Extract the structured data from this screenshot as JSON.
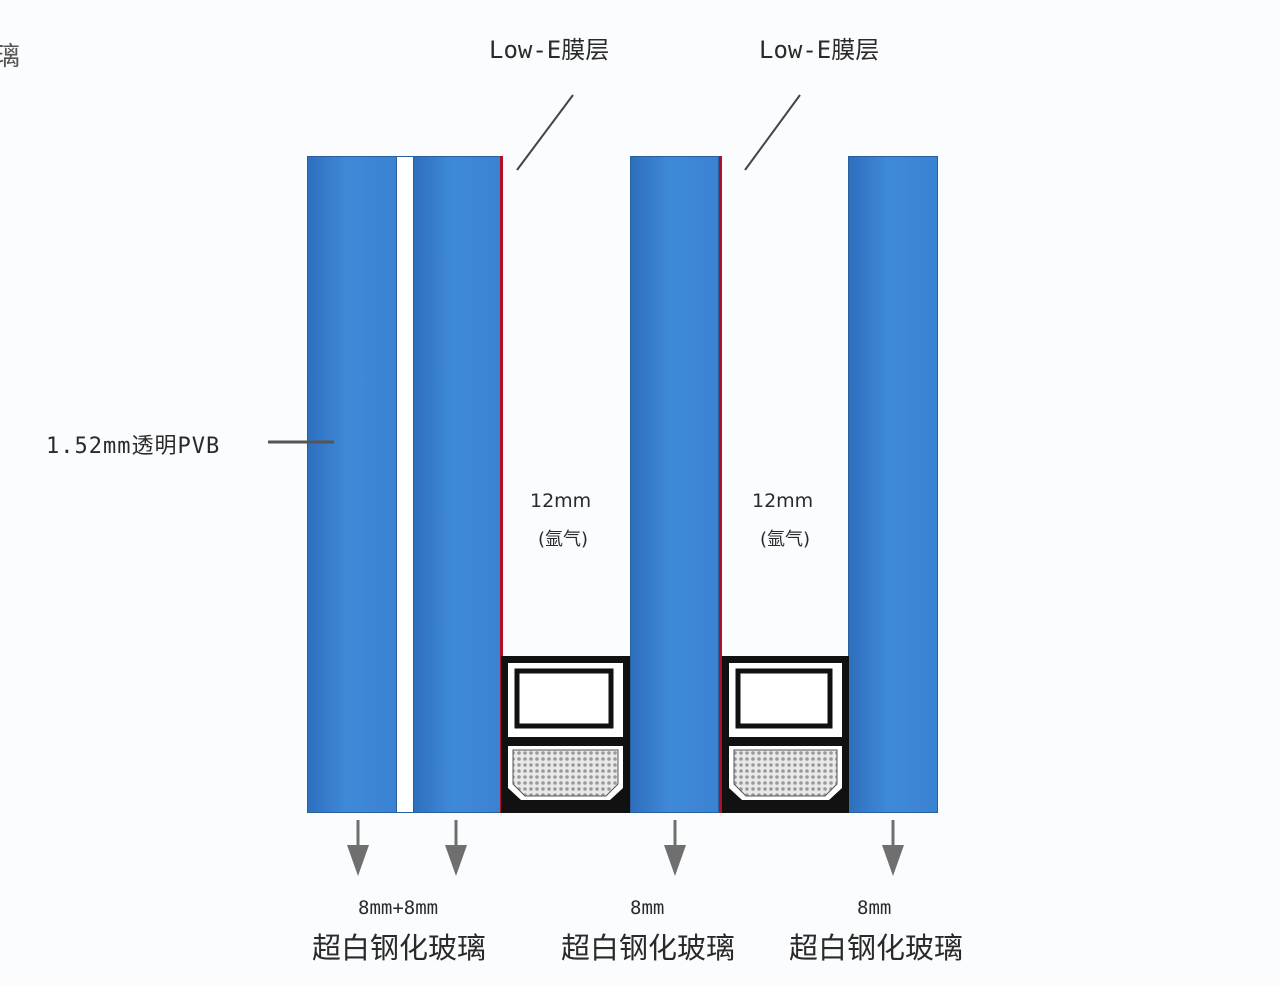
{
  "corner_text": "璃",
  "lowe_label_1": "Low-E膜层",
  "lowe_label_2": "Low-E膜层",
  "pvb_label": "1.52mm透明PVB",
  "gap_1": {
    "size": "12mm",
    "gas": "(氩气)"
  },
  "gap_2": {
    "size": "12mm",
    "gas": "(氩气)"
  },
  "bottom": [
    {
      "thickness": "8mm+8mm",
      "material": "超白钢化玻璃"
    },
    {
      "thickness": "8mm",
      "material": "超白钢化玻璃"
    },
    {
      "thickness": "8mm",
      "material": "超白钢化玻璃"
    }
  ],
  "colors": {
    "glass": "#3a82d2",
    "lowe_coating": "#b0102a",
    "arrow": "#6f6f6f"
  }
}
